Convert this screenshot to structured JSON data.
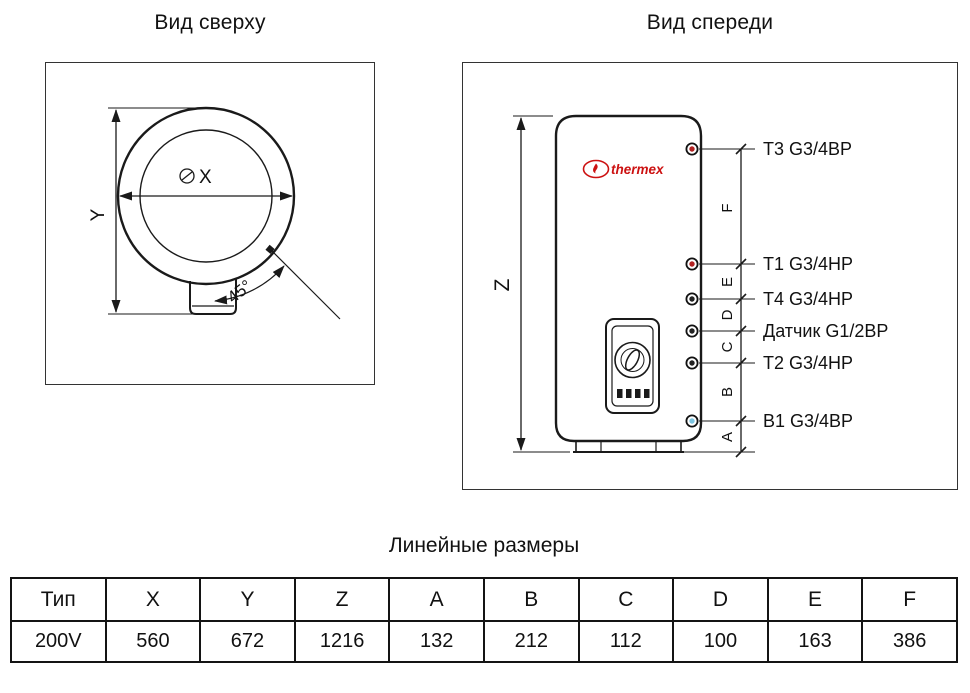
{
  "top_view": {
    "title": "Вид сверху",
    "labels": {
      "x": "X",
      "y": "Y",
      "angle": "45°"
    }
  },
  "front_view": {
    "title": "Вид спереди",
    "brand": "thermex",
    "z_label": "Z",
    "connections": [
      {
        "label": "T3 G3/4ВР",
        "dim": "F",
        "dot": "#b22222"
      },
      {
        "label": "T1 G3/4НР",
        "dim": "E",
        "dot": "#b22222"
      },
      {
        "label": "T4 G3/4НР",
        "dim": "D",
        "dot": "#222222"
      },
      {
        "label": "Датчик G1/2ВР",
        "dim": "C",
        "dot": "#222222"
      },
      {
        "label": "T2 G3/4НР",
        "dim": "B",
        "dot": "#222222"
      },
      {
        "label": "В1 G3/4ВР",
        "dim": "A",
        "dot": "#7cc4e0"
      }
    ]
  },
  "table": {
    "title": "Линейные размеры",
    "headers": [
      "Тип",
      "X",
      "Y",
      "Z",
      "A",
      "B",
      "C",
      "D",
      "E",
      "F"
    ],
    "row": [
      "200V",
      "560",
      "672",
      "1216",
      "132",
      "212",
      "112",
      "100",
      "163",
      "386"
    ]
  },
  "colors": {
    "line": "#1a1a1a",
    "brand_red": "#cc1111"
  }
}
